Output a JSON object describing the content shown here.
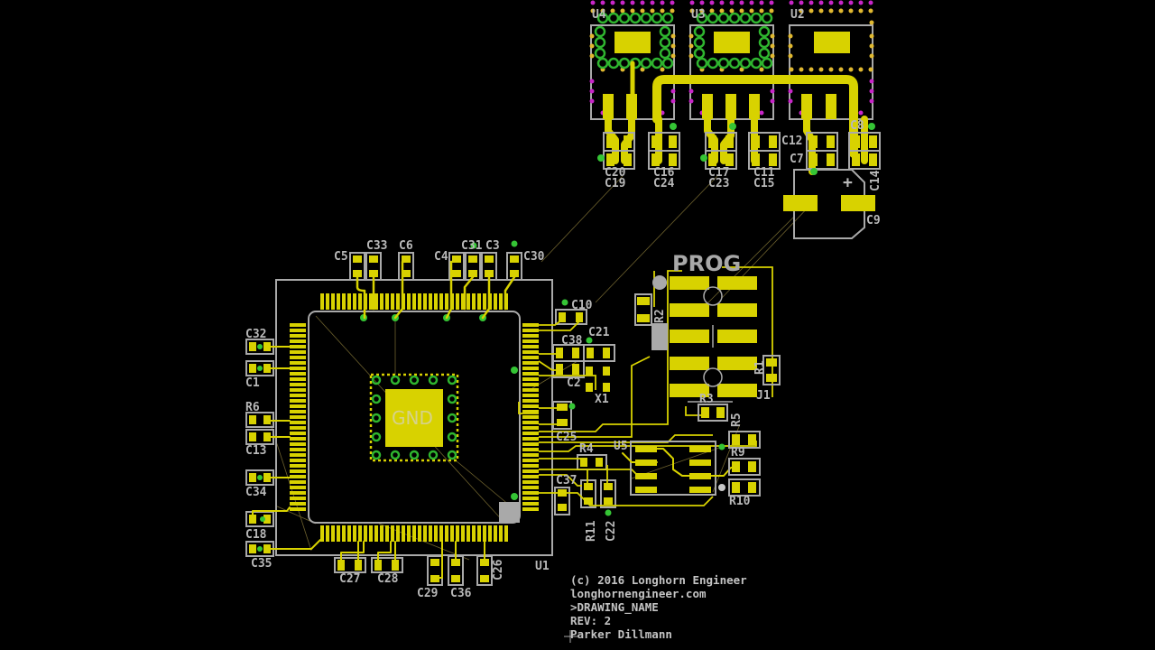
{
  "view": {
    "type": "pcb-layout",
    "background": "#000000"
  },
  "colors": {
    "copper_top": "#d8d200",
    "silkscreen": "#a9a9a9",
    "via": "#2fb52f",
    "keepout": "#c826c8",
    "airwire": "#8a7a3a"
  },
  "header_label": "PROG",
  "center_pad_label": "GND",
  "components": {
    "regulators": [
      "U4",
      "U3",
      "U2"
    ],
    "top_caps": [
      "C20",
      "C19",
      "C16",
      "C24",
      "C17",
      "C23",
      "C11",
      "C15",
      "C12",
      "C7",
      "C8",
      "C14",
      "C9"
    ],
    "mcu": "U1",
    "mcu_top_caps": [
      "C5",
      "C33",
      "C6",
      "C4",
      "C31",
      "C3",
      "C30"
    ],
    "mcu_left": [
      "C32",
      "C1",
      "R6",
      "C13",
      "C34",
      "C18",
      "C35"
    ],
    "mcu_bottom_caps": [
      "C27",
      "C28",
      "C29",
      "C36",
      "C26"
    ],
    "mcu_right": [
      "C10",
      "C38",
      "C21",
      "C2",
      "X1",
      "C25",
      "R4",
      "C37",
      "R11",
      "C22"
    ],
    "connector": [
      "J1",
      "R1",
      "R2",
      "R3"
    ],
    "u5_group": [
      "U5",
      "R5",
      "R9",
      "R10"
    ]
  },
  "labels": {
    "u4": "U4",
    "u3": "U3",
    "u2": "U2",
    "c20": "C20",
    "c19": "C19",
    "c16": "C16",
    "c24": "C24",
    "c17": "C17",
    "c23": "C23",
    "c11": "C11",
    "c15": "C15",
    "c12": "C12",
    "c7": "C7",
    "c8": "C8",
    "c14": "C14",
    "c9": "C9",
    "c5": "C5",
    "c33": "C33",
    "c6": "C6",
    "c4": "C4",
    "c31": "C31",
    "c3": "C3",
    "c30": "C30",
    "c32": "C32",
    "c1": "C1",
    "r6": "R6",
    "c13": "C13",
    "c34": "C34",
    "c18": "C18",
    "c35": "C35",
    "c27": "C27",
    "c28": "C28",
    "c29": "C29",
    "c36": "C36",
    "c26": "C26",
    "u1": "U1",
    "c10": "C10",
    "c38": "C38",
    "c21": "C21",
    "c2": "C2",
    "x1": "X1",
    "c25": "C25",
    "r4": "R4",
    "c37": "C37",
    "r11": "R11",
    "c22": "C22",
    "j1": "J1",
    "r1": "R1",
    "r2": "R2",
    "r3": "R3",
    "u5": "U5",
    "r5": "R5",
    "r9": "R9",
    "r10": "R10"
  },
  "title_block": {
    "line1": "(c) 2016 Longhorn Engineer",
    "line2": "longhornengineer.com",
    "line3": ">DRAWING_NAME",
    "line4": "REV: 2",
    "line5": "Parker Dillmann"
  }
}
